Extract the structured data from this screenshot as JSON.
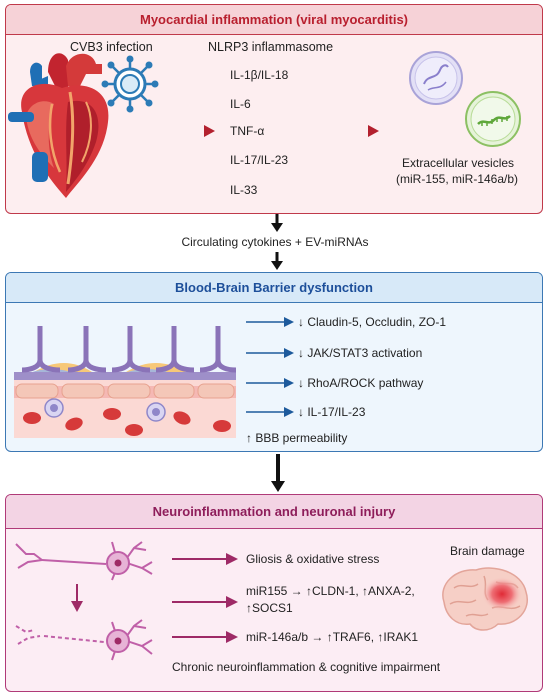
{
  "panel1": {
    "title": "Myocardial inflammation (viral myocarditis)",
    "infection_label": "CVB3 infection",
    "inflammasome_label": "NLRP3 inflammasome",
    "cytokines": [
      "IL-1β/IL-18",
      "IL-6",
      "TNF-α",
      "IL-17/IL-23",
      "IL-33"
    ],
    "ev_label_line1": "Extracellular vesicles",
    "ev_label_line2": "(miR-155, miR-146a/b)"
  },
  "connector1": {
    "label": "Circulating cytokines + EV-miRNAs"
  },
  "panel2": {
    "title": "Blood-Brain Barrier dysfunction",
    "effects": [
      "↓ Claudin-5, Occludin, ZO-1",
      "↓ JAK/STAT3 activation",
      "↓ RhoA/ROCK pathway",
      "↓ IL-17/IL-23"
    ],
    "permeability_label": "↑ BBB permeability"
  },
  "panel3": {
    "title": "Neuroinflammation and neuronal injury",
    "effect1": "Gliosis & oxidative stress",
    "effect2_line1": "miR155 → ↑CLDN-1, ↑ANXA-2,",
    "effect2_line2": "↑SOCS1",
    "effect3": "miR-146a/b → ↑TRAF6, ↑IRAK1",
    "brain_label": "Brain damage",
    "summary": "Chronic neuroinflammation & cognitive impairment"
  },
  "colors": {
    "panel1_accent": "#c0394a",
    "panel2_accent": "#3c78b4",
    "panel3_accent": "#b03a78",
    "red_arrow": "#b3202e",
    "blue_arrow": "#1d5a9c",
    "magenta_arrow": "#9e2a66"
  }
}
